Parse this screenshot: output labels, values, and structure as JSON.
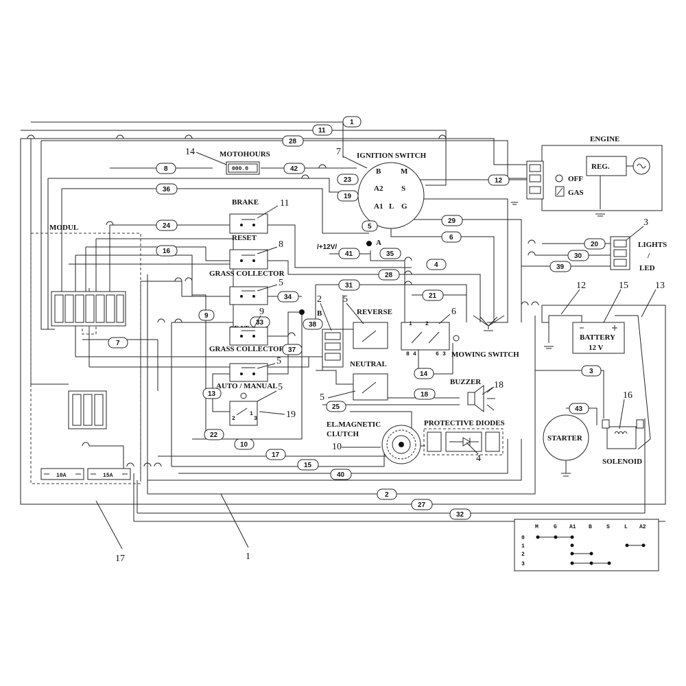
{
  "labels": {
    "engine": "ENGINE",
    "reg": "REG.",
    "off": "OFF",
    "gas": "GAS",
    "motohours": "MOTOHOURS",
    "counter": "000.0",
    "ignition_switch": "IGNITION SWITCH",
    "brake": "BRAKE",
    "reset": "RESET",
    "grass_collector_1": "GRASS COLLECTOR",
    "seat": "SEAT",
    "grass_collector_2": "GRASS COLLECTOR",
    "auto_manual": "AUTO / MANUAL",
    "modul": "MODUL",
    "reverse": "REVERSE",
    "neutral": "NEUTRAL",
    "mowing_switch": "MOWING SWITCH",
    "buzzer": "BUZZER",
    "el_magnetic_1": "EL.MAGNETIC",
    "el_magnetic_2": "CLUTCH",
    "protective_diodes": "PROTECTIVE DIODES",
    "lights": "LIGHTS",
    "slash": "/",
    "led": "LED",
    "battery": "BATTERY",
    "battery_v": "12 V",
    "starter": "STARTER",
    "solenoid": "SOLENOID",
    "plus12v": "/+12V/",
    "fuse_10a": "10A",
    "fuse_15a": "15A",
    "node_a": "A",
    "node_b": "B"
  },
  "ignition_terminals": {
    "b": "B",
    "m": "M",
    "a2": "A2",
    "s": "S",
    "a1": "A1",
    "l": "L",
    "g": "G"
  },
  "callouts": {
    "c14": "14",
    "c7": "7",
    "c11": "11",
    "c8": "8",
    "c5a": "5",
    "c9": "9",
    "c5b": "5",
    "c3": "3",
    "c12": "12",
    "c15": "15",
    "c13": "13",
    "c2": "2",
    "c5c": "5",
    "c6": "6",
    "c18": "18",
    "c5d": "5",
    "c16": "16",
    "c10": "10",
    "c4": "4",
    "c19": "19",
    "c5e": "5",
    "c17": "17",
    "c1": "1"
  },
  "wires": {
    "w1": "1",
    "w11": "11",
    "w28": "28",
    "w8": "8",
    "w42": "42",
    "w23": "23",
    "w19": "19",
    "w12": "12",
    "w36": "36",
    "w24": "24",
    "w5": "5",
    "w29": "29",
    "w6": "6",
    "w20": "20",
    "w16": "16",
    "w41": "41",
    "w35": "35",
    "w30": "30",
    "w4": "4",
    "w39": "39",
    "w28b": "28",
    "w31": "31",
    "w34": "34",
    "w21": "21",
    "w9": "9",
    "w33": "33",
    "w38": "38",
    "w7": "7",
    "w37": "37",
    "w14": "14",
    "w13": "13",
    "w18": "18",
    "w25": "25",
    "w3": "3",
    "w43": "43",
    "w22": "22",
    "w10": "10",
    "w17": "17",
    "w15": "15",
    "w40": "40",
    "w2": "2",
    "w27": "27",
    "w32": "32"
  },
  "switch_numbers": {
    "n1": "1",
    "n2": "2",
    "n3": "3",
    "n4": "4",
    "n6": "6",
    "n8": "8"
  },
  "truth_table": {
    "headers": [
      "M",
      "G",
      "A1",
      "B",
      "S",
      "L",
      "A2"
    ],
    "rows": [
      "0",
      "1",
      "2",
      "3"
    ]
  }
}
